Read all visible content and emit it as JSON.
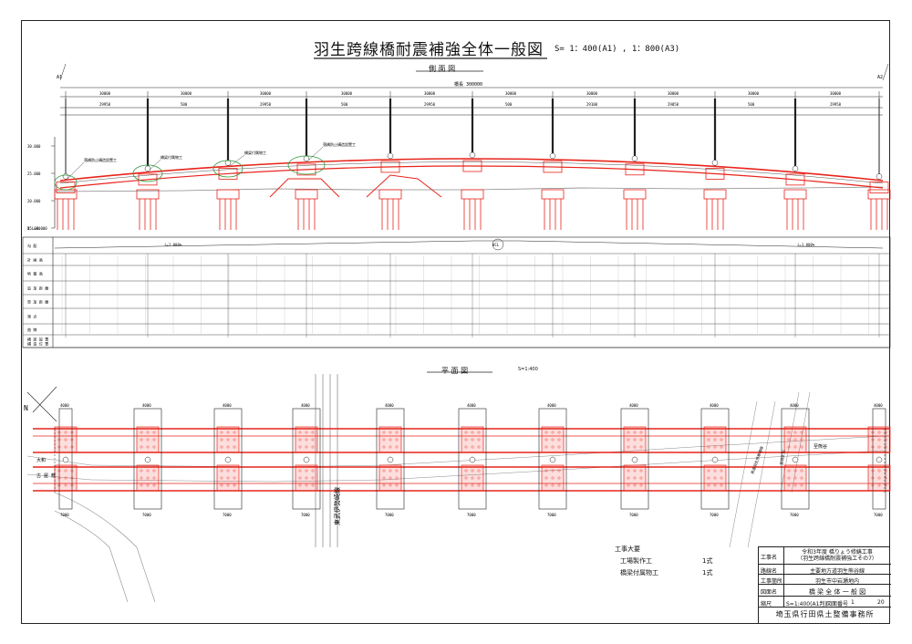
{
  "title": {
    "main": "羽生跨線橋耐震補強全体一般図",
    "scale": "S= 1：400(A1) , 1：800(A3)"
  },
  "elevation": {
    "label": "側 面 図",
    "total_length": "橋長 300000",
    "spans_top": [
      "30000",
      "30000",
      "30000",
      "30000",
      "30000",
      "30000",
      "30000",
      "30000",
      "30000",
      "30000"
    ],
    "spans_split": [
      "29950",
      "500",
      "29950",
      "500",
      "29950",
      "500",
      "29100",
      "29850",
      "500",
      "29950"
    ],
    "left_mark": "A1",
    "right_mark": "A2",
    "elev_ticks": [
      "30.000",
      "25.000",
      "20.000",
      "15.000"
    ],
    "datum": "D.L=0.000",
    "notes": [
      "落橋防止構造設置工",
      "橋梁付属物工",
      "橋梁付属物工",
      "落橋防止構造設置工"
    ]
  },
  "profile_table": {
    "rows": [
      "勾 配",
      "計 画 高",
      "地 盤 高",
      "追 加 距 離",
      "単 加 距 離",
      "測 点",
      "曲 線",
      "橋 梁 設 置\n構 造 位 置"
    ],
    "gradient_left": "i=1.000%",
    "gradient_right": "i=1.000%",
    "center_mark": "VCL"
  },
  "plan": {
    "label": "平 面 図",
    "scale": "S=1:400",
    "road_label": "東武伊勢崎線",
    "river_label": "県道羽生停車場線",
    "left_label": "大和",
    "bottom_left_label": "古 屋 敷",
    "north_label": "N",
    "ramp_label": "至羽生IC",
    "right_label": "至熊谷",
    "dim_pier": "4000",
    "dim_width": "7000"
  },
  "works": {
    "title": "工事大要",
    "items": [
      {
        "name": "工場製作工",
        "qty": "1式"
      },
      {
        "name": "橋梁付属物工",
        "qty": "1式"
      }
    ]
  },
  "title_block": {
    "project_key": "工事名",
    "project_val": "令和3年度 橋りょう修繕工事\n（羽生跨線橋耐震補強工その7）",
    "route_key": "路線名",
    "route_val": "主要地方道羽生熊谷線",
    "place_key": "工事箇所",
    "place_val": "羽生市中岩瀬地内",
    "drawing_key": "図面名",
    "drawing_val": "橋 梁 全 体 一 般 図",
    "scale_key": "縮尺",
    "scale_val": "S=1:400(A1判)",
    "sheet_key": "図面番号",
    "sheet_no": "1",
    "sheet_total": "20",
    "org": "埼玉県行田県土整備事務所"
  },
  "colors": {
    "line": "#222222",
    "red": "#e8241b",
    "green": "#2f9a3a",
    "grey": "#8a8a8a"
  }
}
